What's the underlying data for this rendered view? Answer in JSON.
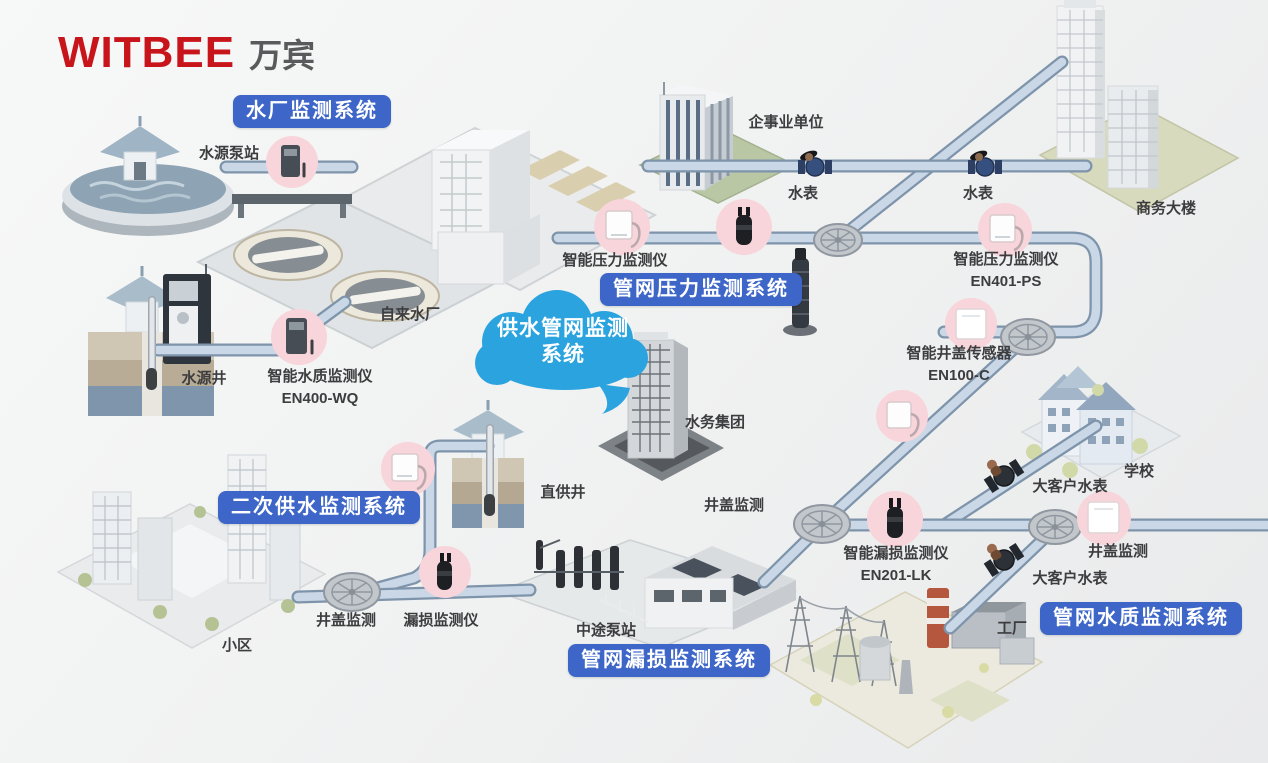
{
  "logo": {
    "brand": "WITBEE",
    "name_cn": "万宾"
  },
  "cloud": {
    "line1": "供水管网监测",
    "line2": "系统"
  },
  "badges": {
    "plant": "水厂监测系统",
    "pipe_pressure": "管网压力监测系统",
    "secondary_supply": "二次供水监测系统",
    "pipe_leak": "管网漏损监测系统",
    "pipe_quality": "管网水质监测系统"
  },
  "labels": {
    "source_pump_station": "水源泵站",
    "water_plant": "自来水厂",
    "source_well": "水源井",
    "quality_monitor_name": "智能水质监测仪",
    "quality_monitor_model": "EN400-WQ",
    "pressure_monitor": "智能压力监测仪",
    "enterprise": "企事业单位",
    "meter_1": "水表",
    "meter_2": "水表",
    "business_building": "商务大楼",
    "pressure_monitor2_name": "智能压力监测仪",
    "pressure_monitor2_model": "EN401-PS",
    "cover_sensor_name": "智能井盖传感器",
    "cover_sensor_model": "EN100-C",
    "water_group": "水务集团",
    "school": "学校",
    "big_customer_meter_1": "大客户水表",
    "cover_monitor_mid": "井盖监测",
    "leak_monitor_name": "智能漏损监测仪",
    "leak_monitor_model": "EN201-LK",
    "cover_monitor_right": "井盖监测",
    "big_customer_meter_2": "大客户水表",
    "direct_well": "直供井",
    "community": "小区",
    "cover_monitor_left": "井盖监测",
    "leak_detector": "漏损监测仪",
    "mid_pump_station": "中途泵站",
    "factory": "工厂"
  },
  "colors": {
    "badge_blue": "#3d66c8",
    "cloud_blue": "#2ba3df",
    "brand_red": "#c8151c",
    "pipe_fill": "#c9d7e6",
    "pipe_edge": "#7e94ab",
    "device_circle_pink": "#f8d4db"
  }
}
